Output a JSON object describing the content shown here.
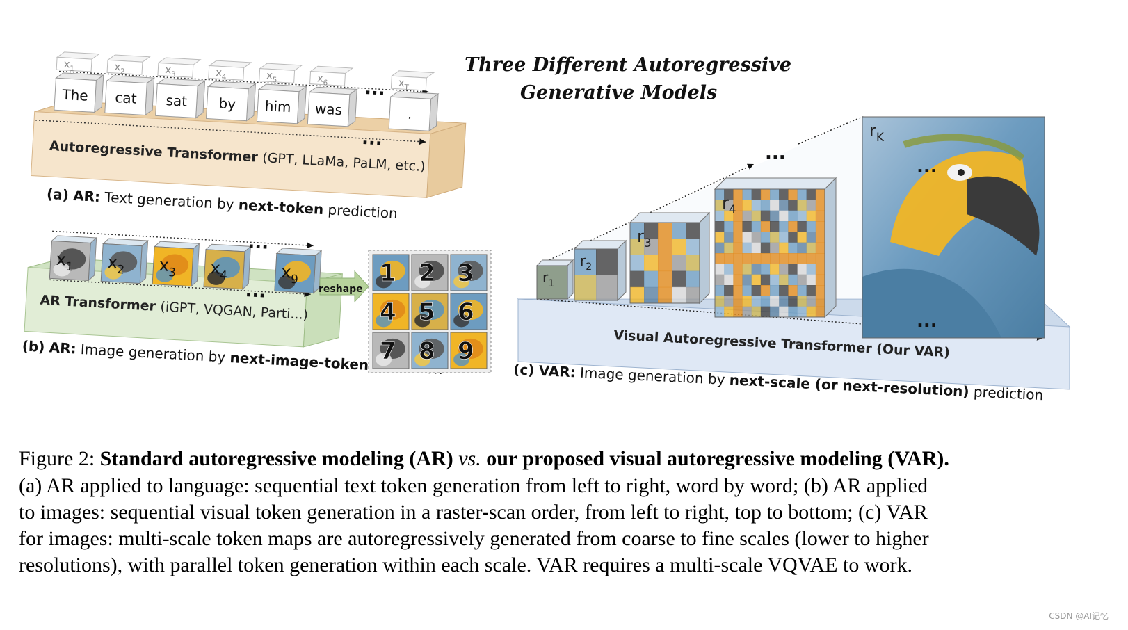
{
  "title": {
    "line1": "Three  Different  Autoregressive",
    "line2": "Generative  Models"
  },
  "panel_a": {
    "tokens": [
      {
        "var": "x",
        "sub": "1",
        "word": "The"
      },
      {
        "var": "x",
        "sub": "2",
        "word": "cat"
      },
      {
        "var": "x",
        "sub": "3",
        "word": "sat"
      },
      {
        "var": "x",
        "sub": "4",
        "word": "by"
      },
      {
        "var": "x",
        "sub": "5",
        "word": "him"
      },
      {
        "var": "x",
        "sub": "6",
        "word": "was"
      }
    ],
    "last_token": {
      "var": "x",
      "sub": "T",
      "word": "."
    },
    "ellipsis": "...",
    "transformer_bold": "Autoregressive Transformer",
    "transformer_examples": "(GPT, LLaMa, PaLM, etc.)",
    "caption_tag": "(a)",
    "caption_model": "AR:",
    "caption_pre": "Text generation by ",
    "caption_bold": "next-token",
    "caption_post": " prediction"
  },
  "panel_b": {
    "tokens": [
      {
        "var": "x",
        "sub": "1"
      },
      {
        "var": "x",
        "sub": "2"
      },
      {
        "var": "x",
        "sub": "3"
      },
      {
        "var": "x",
        "sub": "4"
      }
    ],
    "last_token": {
      "var": "x",
      "sub": "9"
    },
    "ellipsis": "...",
    "reshape_label": "reshape",
    "grid_numbers": [
      "1",
      "2",
      "3",
      "4",
      "5",
      "6",
      "7",
      "8",
      "9"
    ],
    "transformer_bold": "AR Transformer",
    "transformer_examples": "(iGPT, VQGAN, Parti...)",
    "caption_tag": "(b)",
    "caption_model": "AR:",
    "caption_pre": "Image generation by ",
    "caption_bold": "next-image-token",
    "caption_post": " prediction"
  },
  "panel_c": {
    "scales": [
      {
        "var": "r",
        "sub": "1"
      },
      {
        "var": "r",
        "sub": "2"
      },
      {
        "var": "r",
        "sub": "3"
      },
      {
        "var": "r",
        "sub": "4"
      },
      {
        "var": "r",
        "sub": "K"
      }
    ],
    "ellipsis": "...",
    "transformer_bold": "Visual Autoregressive Transformer",
    "transformer_examples": "(Our VAR)",
    "caption_tag": "(c)",
    "caption_model": "VAR:",
    "caption_pre": "Image generation by ",
    "caption_bold": "next-scale (or next-resolution)",
    "caption_post": " prediction"
  },
  "caption": {
    "label": "Figure 2:",
    "bold_1": "Standard autoregressive modeling (AR)",
    "italic_vs": "vs.",
    "bold_2": "our proposed visual autoregressive modeling (VAR).",
    "line2": "(a) AR applied to language: sequential text token generation from left to right, word by word; (b) AR applied",
    "line3": "to images: sequential visual token generation in a raster-scan order, from left to right, top to bottom; (c) VAR",
    "line4": "for images: multi-scale token maps are autoregressively generated from coarse to fine scales (lower to higher",
    "line5": "resolutions), with parallel token generation within each scale. VAR requires a multi-scale VQVAE to work."
  },
  "watermark": "CSDN @AI记忆",
  "colors": {
    "ar_base": "#f6e5cc",
    "ar_base_edge": "#d8b68a",
    "ar_img_base": "#e1edd6",
    "ar_img_base_edge": "#a9c593",
    "var_base": "#dfe8f5",
    "var_base_edge": "#9db3cf",
    "parrot_blue": "#5e94b8",
    "parrot_yellow": "#f0b526",
    "parrot_green": "#8a9a3a"
  }
}
